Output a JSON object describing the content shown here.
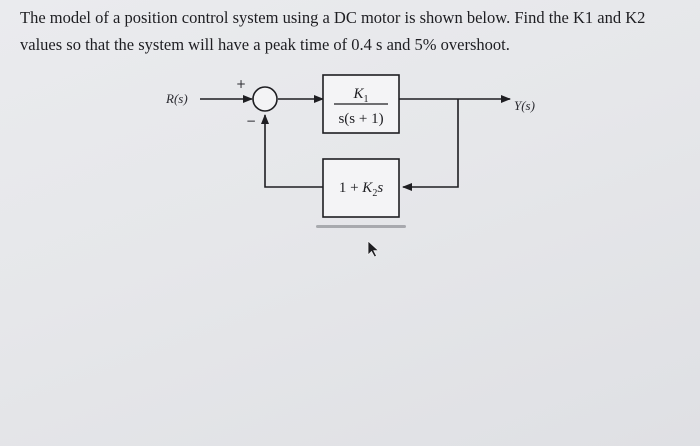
{
  "question": {
    "line1": "The model of a position control system using a DC motor is shown below. Find the K1 and K2",
    "line2": "values so that the system will have a peak time of 0.4 s and 5% overshoot."
  },
  "diagram": {
    "input_label": "R(s)",
    "output_label": "Y(s)",
    "plus_sign": "+",
    "minus_sign": "−",
    "forward_block": {
      "numerator": "K",
      "numerator_sub": "1",
      "denominator": "s(s + 1)"
    },
    "feedback_block": {
      "lead": "1 + ",
      "var": "K",
      "var_sub": "2",
      "tail": "s"
    }
  }
}
